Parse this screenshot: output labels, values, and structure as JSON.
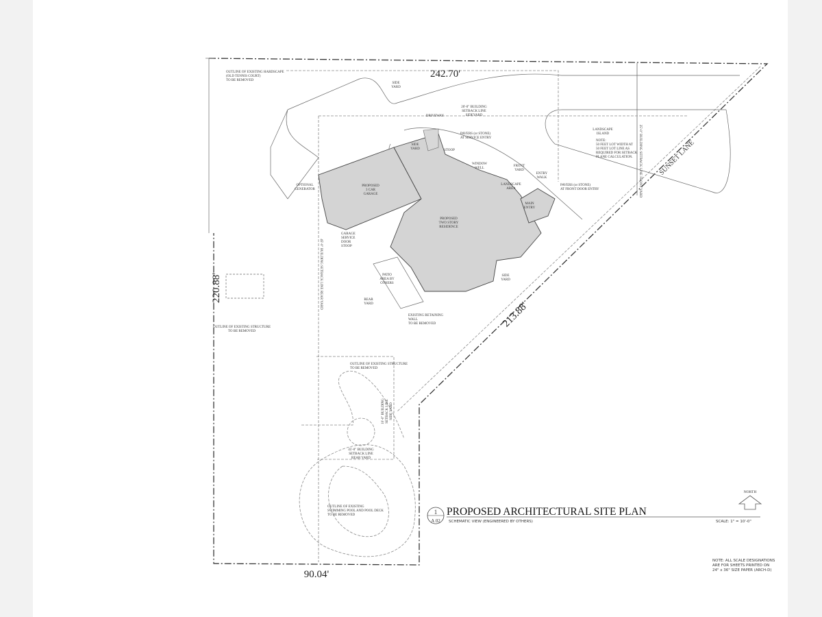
{
  "dimensions": {
    "top": "242.70'",
    "left": "220.88'",
    "diagonal": "213.88'",
    "bottom": "90.04'"
  },
  "street": "SUNSET LANE",
  "labels": {
    "hardscape": [
      "OUTLINE OF EXISTING HARDSCAPE",
      "(OLD TENNIS COURT)",
      "TO BE REMOVED"
    ],
    "side_yard_top": [
      "SIDE",
      "YARD"
    ],
    "driveway": "DRIVEWAY",
    "setback_side": [
      "20'-0\" BUILDING",
      "SETBACK LINE",
      "SIDEYARD"
    ],
    "pavers_service": [
      "PAVERS (or STONE)",
      "AT SERVICE ENTRY"
    ],
    "side_yard_mid": [
      "SIDE",
      "YARD"
    ],
    "stoop": "STOOP",
    "window_well": [
      "WINDOW",
      "WELL"
    ],
    "front_yard": [
      "FRONT",
      "YARD"
    ],
    "landscape_island": [
      "LANDSCAPE",
      "ISLAND"
    ],
    "note": [
      "NOTE:",
      "50 FEET LOT WIDTH AT",
      "50 FEET LOT LINE AS",
      "REQUIRED FOR SETBACK",
      "PLANE CALCULATION."
    ],
    "setback_front": "25'-0\" BUILDING SETBACK LINE FRONT YARD",
    "entry_walk": [
      "ENTRY",
      "WALK"
    ],
    "pavers_front": [
      "PAVERS (or STONE)",
      "AT FRONT DOOR ENTRY"
    ],
    "landscape_area": [
      "LANDSCAPE",
      "AREA"
    ],
    "main_entry": [
      "MAIN",
      "ENTRY"
    ],
    "optional_generator": [
      "OPTIONAL",
      "GENERATOR"
    ],
    "garage": [
      "PROPOSED",
      "3 CAR",
      "GARAGE"
    ],
    "residence": [
      "PROPOSED",
      "TWO STORY",
      "RESIDENCE"
    ],
    "garage_stoop": [
      "GARAGE",
      "SERVICE",
      "DOOR",
      "STOOP"
    ],
    "patio": [
      "PATIO",
      "AREA BY",
      "OTHERS"
    ],
    "rear_yard": [
      "REAR",
      "YARD"
    ],
    "setback_rear_left": "45'-0\" BUILDING SETBACK LINE REAR YARD",
    "existing_structure_left": [
      "OUTLINE OF EXISTING STRUCTURE",
      "TO BE REMOVED"
    ],
    "retaining_wall": [
      "EXISTING RETAINING",
      "WALL",
      "TO BE REMOVED"
    ],
    "existing_structure_mid": [
      "OUTLINE OF EXISTING STRUCTURE",
      "TO BE REMOVED"
    ],
    "side_yard_right": [
      "SIDE",
      "YARD"
    ],
    "setback_side_diag": [
      "10'-0\" BUILDING",
      "SETBACK LINE",
      "SIDE YARD"
    ],
    "setback_rear": [
      "45'-0\" BUILDING",
      "SETBACK LINE",
      "REAR YARD"
    ],
    "pool": [
      "OUTLINE OF EXISTING",
      "SWIMMING POOL AND POOL DECK",
      "TO BE REMOVED"
    ]
  },
  "title_block": {
    "detail_number": "1",
    "sheet_number": "A 02",
    "title": "PROPOSED ARCHITECTURAL SITE PLAN",
    "subtitle": "SCHEMATIC VIEW (ENGINEERED BY OTHERS)",
    "scale": "SCALE: 1\" = 10'-0\"",
    "north": "NORTH"
  },
  "sheet_note": [
    "NOTE: ALL SCALE DESIGNATIONS",
    "ARE FOR SHEETS PRINTED ON",
    "24\" x 36\" SIZE PAPER (ARCH-D)"
  ]
}
